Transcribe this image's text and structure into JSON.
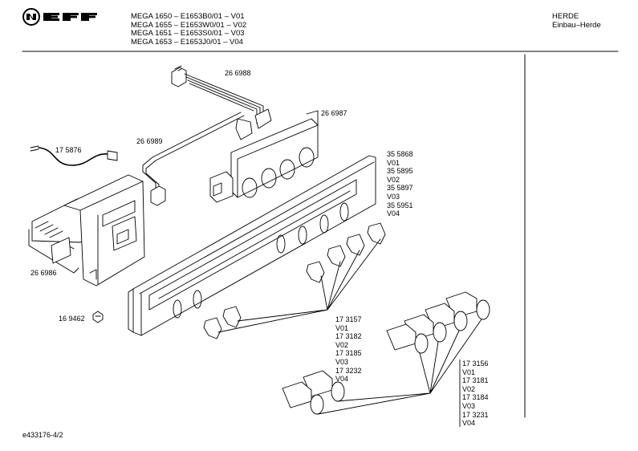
{
  "header": {
    "brand": "NEFF",
    "models": [
      "MEGA 1650 – E1653B0/01 – V01",
      "MEGA 1655 – E1653W0/01 – V02",
      "MEGA 1651 – E1653S0/01 – V03",
      "MEGA 1653 – E1653J0/01 – V04"
    ],
    "category": "HERDE",
    "subcategory": "Einbau–Herde"
  },
  "parts": {
    "p266988": "26 6988",
    "p266987": "26 6987",
    "p266989": "26 6989",
    "p175876": "17 5876",
    "p266986": "26 6986",
    "p169462": "16 9462",
    "panel": [
      "35 5868",
      "V01",
      "35 5895",
      "V02",
      "35 5897",
      "V03",
      "35 5951",
      "V04"
    ],
    "knob_small": [
      "17 3157",
      "V01",
      "17 3182",
      "V02",
      "17 3185",
      "V03",
      "17 3232",
      "V04"
    ],
    "knob_large": [
      "17 3156",
      "V01",
      "17 3181",
      "V02",
      "17 3184",
      "V03",
      "17 3231",
      "V04"
    ]
  },
  "footer": {
    "doc_id": "e433176-4/2"
  }
}
